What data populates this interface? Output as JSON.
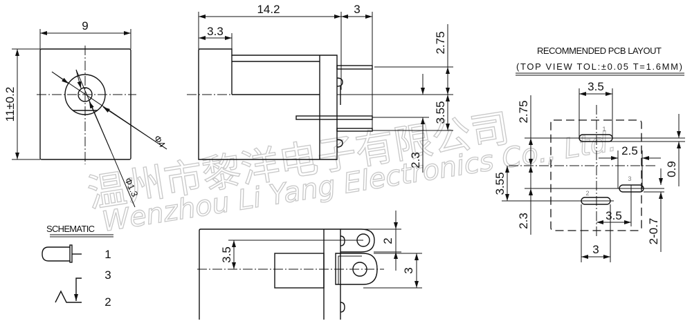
{
  "front_view": {
    "width_dim": "9",
    "height_dim": "11±0.2",
    "outer_dia": "Φ4",
    "pin_dia": "Φ1.3"
  },
  "side_view": {
    "length_dim": "14.2",
    "pin_ext_dim": "3",
    "front_dim": "3.3",
    "dim_top": "2.75",
    "dim_mid": "3.55",
    "dim_low": "2.3"
  },
  "schematic": {
    "title": "SCHEMATIC",
    "pin1": "1",
    "pin3": "3",
    "pin2": "2"
  },
  "bottom_view": {
    "dim_left": "3.5",
    "dim_ear_top": "2",
    "dim_ear_low": "3"
  },
  "pcb_layout": {
    "title": "RECOMMENDED PCB LAYOUT",
    "subtitle": "(TOP VIEW TOL:±0.05 T=1.6MM)",
    "dim_top_width": "3.5",
    "dim_2_75": "2.75",
    "dim_3_55": "3.55",
    "dim_2_3": "2.3",
    "dim_2_5": "2.5",
    "dim_0_9": "0.9",
    "dim_bottom_3_5": "3.5",
    "dim_2_0_7": "2-0.7",
    "dim_3": "3",
    "pad1": "1",
    "pad2": "2",
    "pad3": "3"
  },
  "watermark": {
    "chinese": "温州市黎洋电子有限公司",
    "english": "Wenzhou Li Yang Electronics Co., Ltd."
  }
}
